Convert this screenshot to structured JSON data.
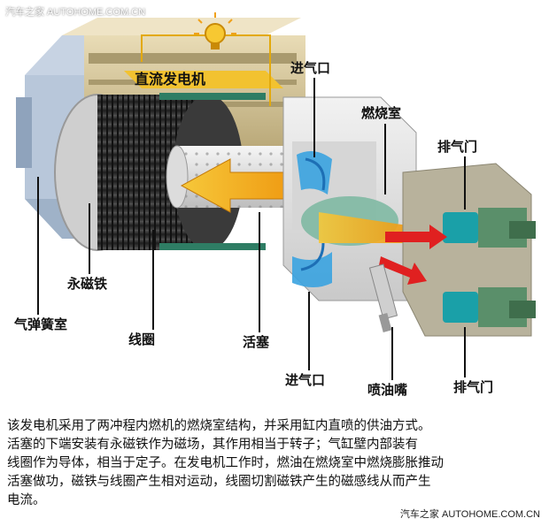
{
  "watermark_top": "汽车之家  AUTOHOME.COM.CN",
  "watermark_bottom": "汽车之家 AUTOHOME.COM.CN",
  "labels": {
    "generator": "直流发电机",
    "intake_top": "进气口",
    "combustion": "燃烧室",
    "exhaust_top": "排气门",
    "magnet": "永磁铁",
    "spring": "气弹簧室",
    "coil": "线圈",
    "piston": "活塞",
    "intake_bottom": "进气口",
    "injector": "喷油嘴",
    "exhaust_bottom": "排气门"
  },
  "caption_lines": [
    "该发电机采用了两冲程内燃机的燃烧室结构，并采用缸内直喷的供油方式。",
    "活塞的下端安装有永磁铁作为磁场，其作用相当于转子；气缸壁内部装有",
    "线圈作为导体，相当于定子。在发电机工作时，燃油在燃烧室中燃烧膨胀推动",
    "活塞做功，磁铁与线圈产生相对运动，线圈切割磁铁产生的磁感线从而产生",
    "电流。"
  ],
  "colors": {
    "housing": "#d9c79a",
    "coil": "#2b2b2b",
    "piston": "#e8e8e8",
    "flame": "#f2b21b",
    "intake_blue": "#3aa3e0",
    "exhaust_red": "#e02020",
    "valve_teal": "#1aa0a8"
  }
}
